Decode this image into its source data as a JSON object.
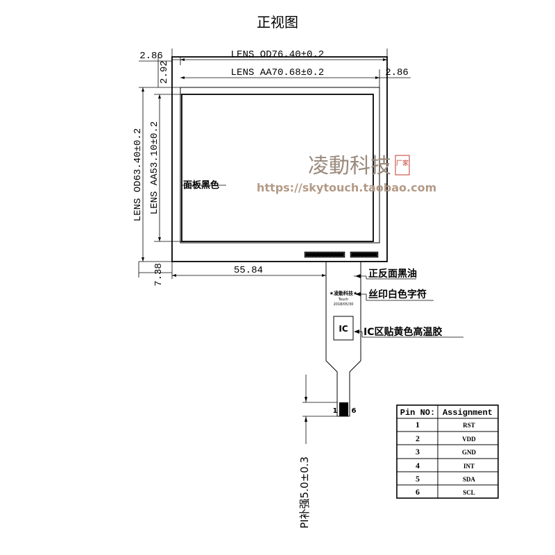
{
  "title": "正视图",
  "dimensions": {
    "left_margin_top": "2.86",
    "lens_od_width": "LENS OD76.40±0.2",
    "top_margin": "2.92",
    "lens_aa_width": "LENS AA70.68±0.2",
    "right_margin": "2.86",
    "lens_od_height": "LENS OD63.40±0.2",
    "lens_aa_height": "LENS AA53.10±0.2",
    "bottom_margin": "7.38",
    "fpc_offset": "55.84",
    "stiffener": "PI补强5.0±0.3"
  },
  "annotations": {
    "panel_color": "面板黑色",
    "black_oil": "正反面黑油",
    "silkscreen": "丝印白色字符",
    "ic_area": "IC区贴黄色高温胶",
    "ic_label": "IC"
  },
  "fpc_print": {
    "line1": "★凌動科技★",
    "line2": "Touch",
    "date": "2018/05/30"
  },
  "pins": {
    "first": "1",
    "last": "6"
  },
  "watermark": {
    "cn": "凌動科技",
    "badge": "厂家",
    "url": "https://skytouch.taobao.com"
  },
  "pin_table": {
    "headers": [
      "Pin NO:",
      "Assignment"
    ],
    "rows": [
      {
        "pin": "1",
        "signal": "RST"
      },
      {
        "pin": "2",
        "signal": "VDD"
      },
      {
        "pin": "3",
        "signal": "GND"
      },
      {
        "pin": "4",
        "signal": "INT"
      },
      {
        "pin": "5",
        "signal": "SDA"
      },
      {
        "pin": "6",
        "signal": "SCL"
      }
    ]
  },
  "colors": {
    "ink": "#000000",
    "watermark_text": "#9a8a7c",
    "watermark_badge": "#c0392b"
  }
}
